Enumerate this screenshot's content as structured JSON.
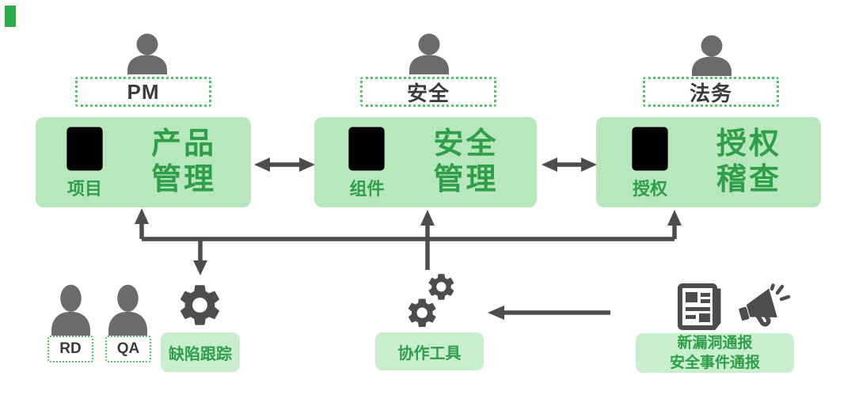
{
  "colors": {
    "module_fill": "#b7e7bc",
    "chip_fill": "#c9eecd",
    "icon_green": "#2bab4c",
    "text_green": "#2f9e48",
    "dotted_border": "#4fc468",
    "arrow_gray": "#4d4d4d",
    "person_gray": "#6b6b6b",
    "label_dark": "#3b3b3b"
  },
  "top_roles": [
    {
      "label": "PM"
    },
    {
      "label": "安全"
    },
    {
      "label": "法务"
    }
  ],
  "modules": [
    {
      "icon": "doc-list-icon",
      "icon_label": "项目",
      "title": [
        "产品",
        "管理"
      ]
    },
    {
      "icon": "doc-list-icon",
      "icon_label": "组件",
      "title": [
        "安全",
        "管理"
      ]
    },
    {
      "icon": "doc-list-icon",
      "icon_label": "授权",
      "title": [
        "授权",
        "稽查"
      ]
    }
  ],
  "bottom_roles": [
    {
      "label": "RD"
    },
    {
      "label": "QA"
    }
  ],
  "tools": [
    {
      "icon": "gear-icon",
      "label": "缺陷跟踪"
    },
    {
      "icon": "gears-icon",
      "label": "协作工具"
    }
  ],
  "notices": {
    "icons": [
      "newspaper-icon",
      "megaphone-icon"
    ],
    "lines": [
      "新漏洞通报",
      "安全事件通报"
    ]
  }
}
